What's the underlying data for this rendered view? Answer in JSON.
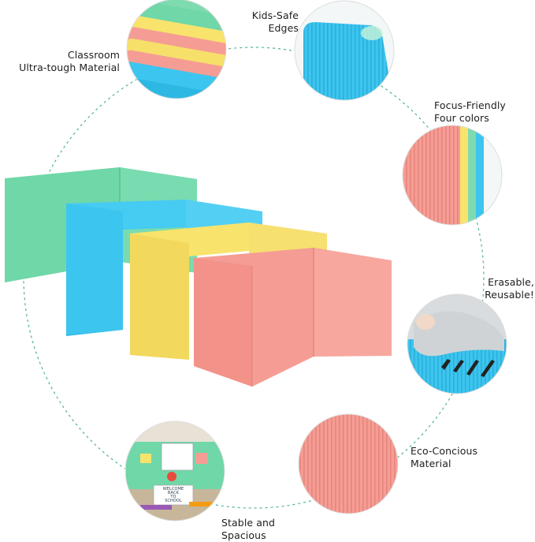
{
  "features": [
    {
      "id": "material",
      "line1": "Classroom",
      "line2": "Ultra-tough Material"
    },
    {
      "id": "edges",
      "line1": "Kids-Safe",
      "line2": "Edges"
    },
    {
      "id": "colors",
      "line1": "Focus-Friendly",
      "line2": "Four colors"
    },
    {
      "id": "erasable",
      "line1": "Erasable,",
      "line2": "Reusable!"
    },
    {
      "id": "eco",
      "line1": "Eco-Concious",
      "line2": "Material"
    },
    {
      "id": "stable",
      "line1": "Stable and",
      "line2": "Spacious"
    }
  ],
  "desk_sign": {
    "line1": "WELCOME",
    "line2": "BACK",
    "line3": "TO",
    "line4": "SCHOOL"
  },
  "colors": {
    "green": "#6fd7a8",
    "blue": "#3cc5ef",
    "yellow": "#f8e46c",
    "pink": "#f59d94"
  }
}
